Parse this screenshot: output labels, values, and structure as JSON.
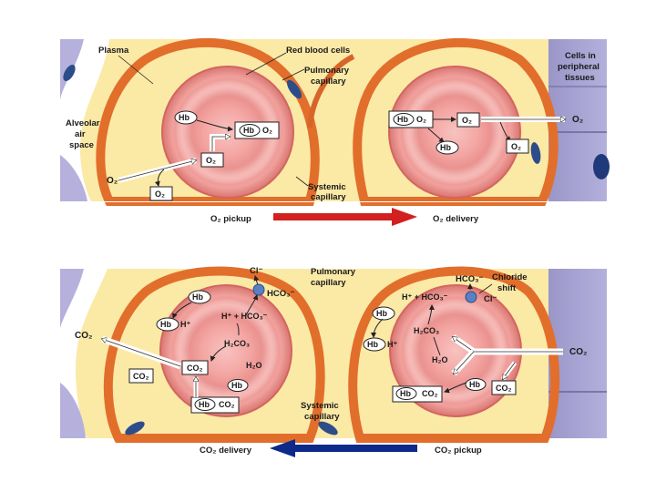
{
  "top": {
    "plasma": "Plasma",
    "red_blood_cells": "Red blood cells",
    "pulmonary_capillary": [
      "Pulmonary",
      "capillary"
    ],
    "alveolar_air_space": [
      "Alveolar",
      "air",
      "space"
    ],
    "cells_in_peripheral_tissues": [
      "Cells in",
      "peripheral",
      "tissues"
    ],
    "systemic_capillary": [
      "Systemic",
      "capillary"
    ],
    "hb": "Hb",
    "o2": "O₂",
    "hb_o2_left": "Hb",
    "hb_o2_left_o2": "O₂",
    "hb_o2_right": "Hb",
    "hb_o2_right_o2": "O₂",
    "o2_box_center": "O₂",
    "o2_box_plasma_left": "O₂",
    "o2_box_right": "O₂",
    "o2_box_plasma_right": "O₂",
    "o2_in": "O₂",
    "o2_out": "O₂",
    "hb_released": "Hb",
    "o2_pickup": "O₂ pickup",
    "o2_delivery": "O₂ delivery",
    "arrow_color": "#d21f1f"
  },
  "bottom": {
    "pulmonary_capillary": [
      "Pulmonary",
      "capillary"
    ],
    "systemic_capillary": [
      "Systemic",
      "capillary"
    ],
    "chloride_shift": [
      "Chloride",
      "shift"
    ],
    "cl_left": "Cl⁻",
    "hco3_left": "HCO₃⁻",
    "hb_top_left": "Hb",
    "hb_h_left": "Hb",
    "h_plus_left": "H⁺",
    "h_hco3_left": "H⁺ + HCO₃⁻",
    "h2co3_left": "H₂CO₃",
    "co2_box_left": "CO₂",
    "h2o_left": "H₂O",
    "hb_small_left": "Hb",
    "hb_co2_left": "Hb",
    "hb_co2_left_co2": "CO₂",
    "co2_out": "CO₂",
    "co2_box_plasma_left": "CO₂",
    "hco3_right": "HCO₃⁻",
    "h_hco3_right": "H⁺ + HCO₃⁻",
    "cl_right": "Cl⁻",
    "hb_top_right": "Hb",
    "h2co3_right": "H₂CO₃",
    "hb_h_right": "Hb",
    "h_plus_right": "H⁺",
    "h2o_right": "H₂O",
    "hb_co2_right": "Hb",
    "hb_co2_right_co2": "CO₂",
    "hb_small_right": "Hb",
    "co2_box_plasma_right": "CO₂",
    "co2_in": "CO₂",
    "co2_delivery": "CO₂ delivery",
    "co2_pickup": "CO₂ pickup",
    "arrow_color": "#0d2a8a"
  }
}
